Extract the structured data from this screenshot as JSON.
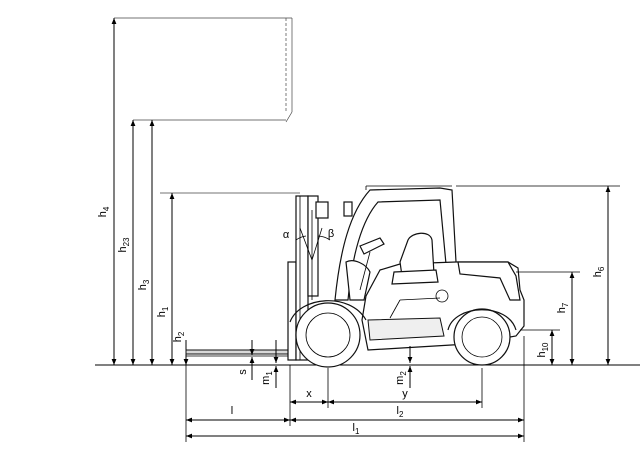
{
  "labels": {
    "h4": {
      "base": "h",
      "sub": "4"
    },
    "h23": {
      "base": "h",
      "sub": "23"
    },
    "h3": {
      "base": "h",
      "sub": "3"
    },
    "h1": {
      "base": "h",
      "sub": "1"
    },
    "h2": {
      "base": "h",
      "sub": "2"
    },
    "h6": {
      "base": "h",
      "sub": "6"
    },
    "h7": {
      "base": "h",
      "sub": "7"
    },
    "h10": {
      "base": "h",
      "sub": "10"
    },
    "s": {
      "base": "s",
      "sub": ""
    },
    "m1": {
      "base": "m",
      "sub": "1"
    },
    "m2": {
      "base": "m",
      "sub": "2"
    },
    "x": {
      "base": "x",
      "sub": ""
    },
    "y": {
      "base": "y",
      "sub": ""
    },
    "l": {
      "base": "l",
      "sub": ""
    },
    "l2": {
      "base": "l",
      "sub": "2"
    },
    "l1": {
      "base": "l",
      "sub": "1"
    },
    "alpha": {
      "base": "α",
      "sub": ""
    },
    "beta": {
      "base": "β",
      "sub": ""
    }
  }
}
